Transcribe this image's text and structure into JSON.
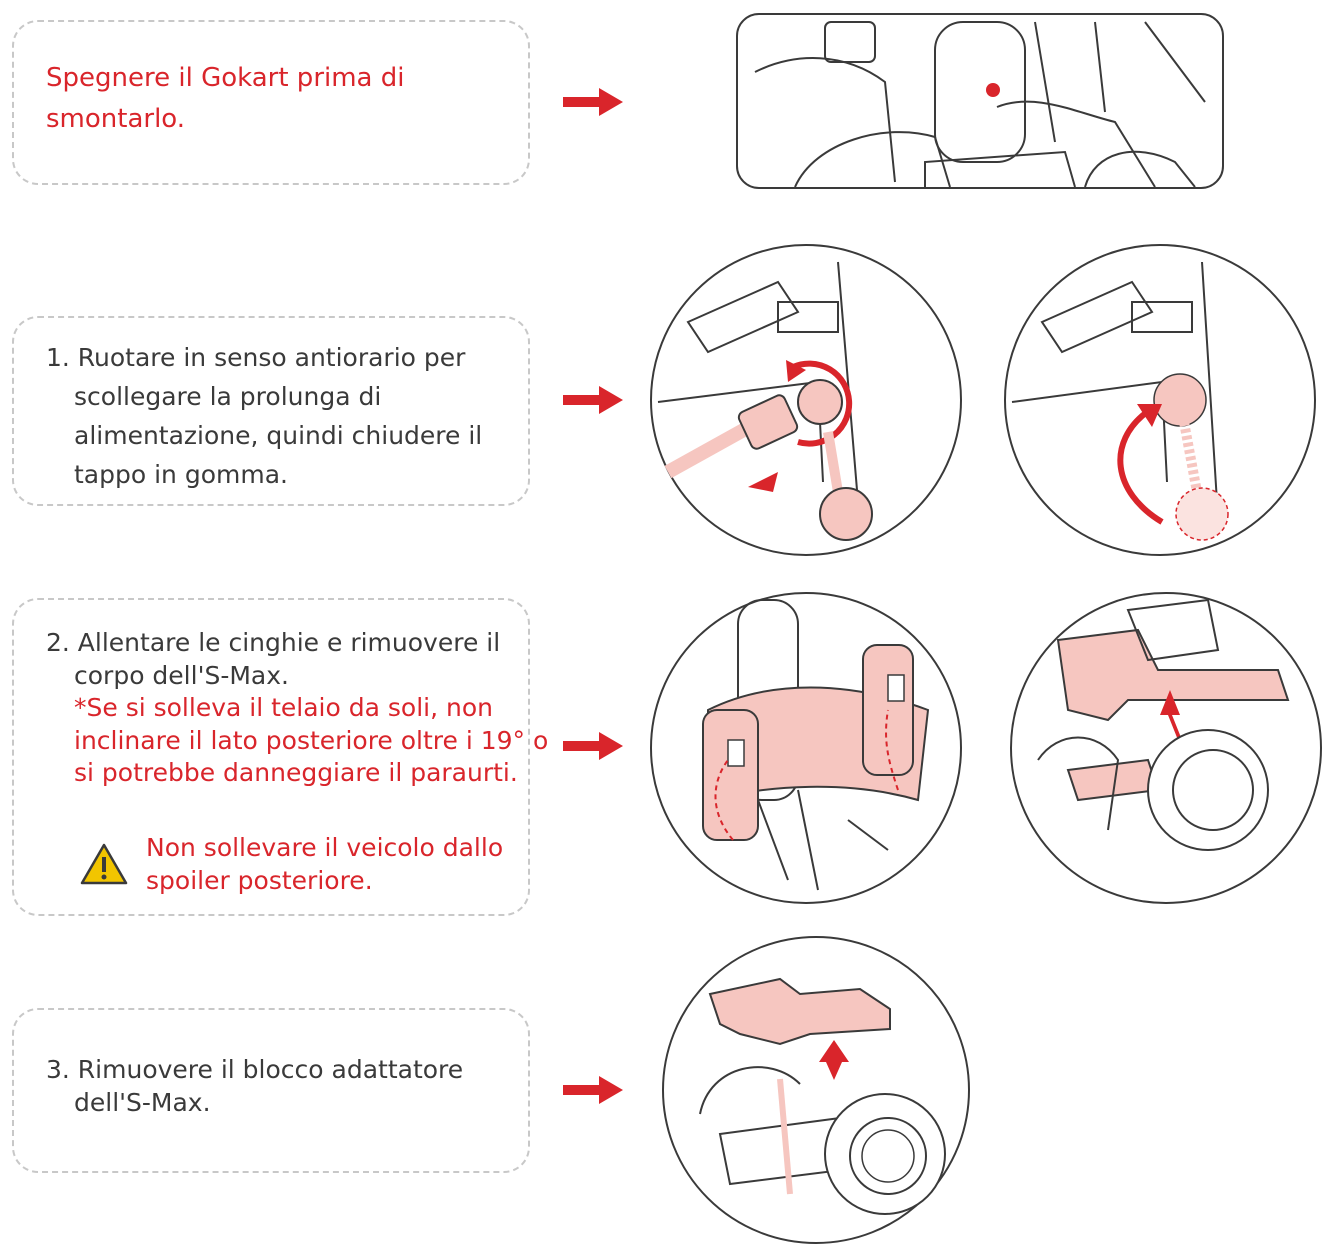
{
  "colors": {
    "accent": "#d9252b",
    "text": "#3a3a3a",
    "border": "#c8c8c8",
    "fill": "#f6c6c0",
    "warning": "#f2c500"
  },
  "intro": {
    "text_line1": "Spegnere il Gokart prima di",
    "text_line2": "smontarlo."
  },
  "step1": {
    "line1": "1. Ruotare in senso antiorario per",
    "line2": "scollegare la prolunga di",
    "line3": "alimentazione, quindi chiudere il",
    "line4": "tappo in gomma."
  },
  "step2": {
    "line1": "2. Allentare le cinghie e rimuovere il",
    "line2": "corpo dell'S-Max.",
    "note1": "*Se si solleva il telaio da soli, non",
    "note2": "inclinare il lato posteriore oltre i 19° o",
    "note3": "si potrebbe danneggiare il paraurti.",
    "warning_line1": "Non sollevare il veicolo dallo",
    "warning_line2": "spoiler posteriore."
  },
  "step3": {
    "line1": "3. Rimuovere il blocco adattatore",
    "line2": "dell'S-Max."
  }
}
